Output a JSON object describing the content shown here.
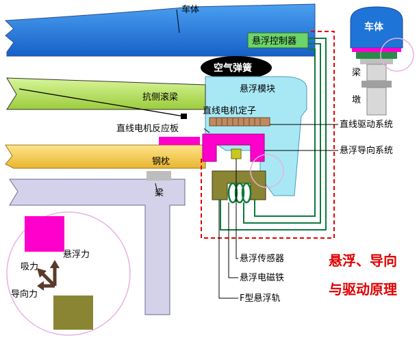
{
  "labels": {
    "car_body": "车体",
    "controller": "悬浮控制器",
    "air_spring": "空气弹簧",
    "anti_roll_beam": "抗侧滚梁",
    "levitation_module": "悬浮模块",
    "stator": "直线电机定子",
    "reaction_plate": "直线电机反应板",
    "sleeper": "钢枕",
    "beam": "梁",
    "drive_system": "直线驱动系统",
    "guide_system": "悬浮导向系统",
    "sensor": "悬浮传感器",
    "electromagnet": "悬浮电磁铁",
    "f_rail": "F型悬浮轨",
    "inset_car_body": "车体",
    "inset_beam": "梁",
    "inset_pier": "墩",
    "force_lift": "悬浮力",
    "force_attract": "吸力",
    "force_guide": "导向力",
    "title_line1": "悬浮、导向",
    "title_line2": "与驱动原理"
  },
  "colors": {
    "car_body": "#1f74d8",
    "anti_roll": "#b8e25a",
    "module": "#a8e8f4",
    "sleeper": "#f2c94c",
    "beam": "#d4d2ea",
    "magenta": "#ff00cc",
    "rail": "#8a8533",
    "controller": "#6dd36b",
    "wire": "#0c7a3a",
    "dashed": "#e00000"
  }
}
